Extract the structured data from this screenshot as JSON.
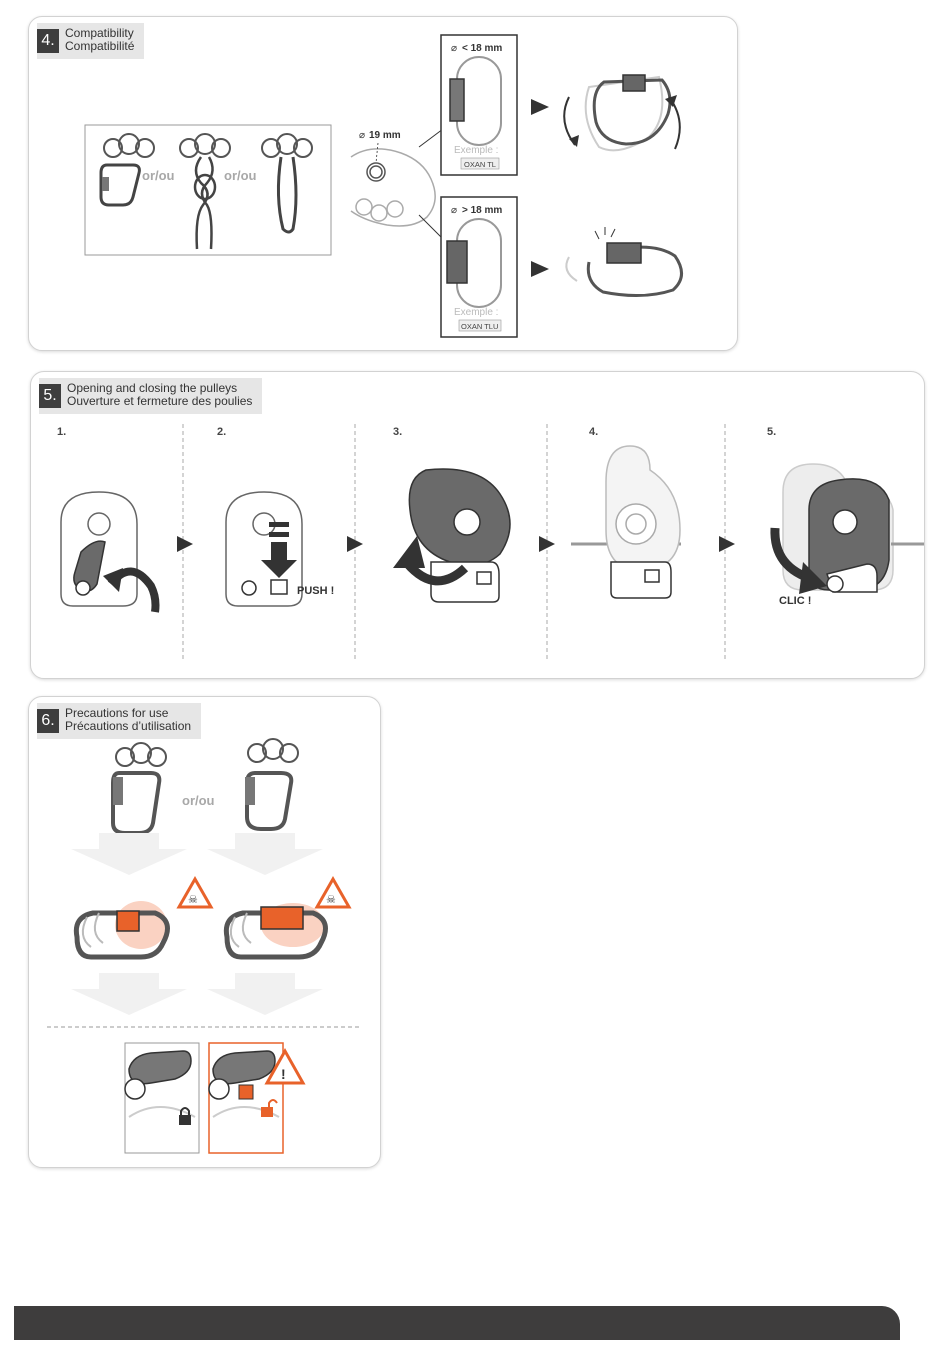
{
  "section4": {
    "number": "4.",
    "title_en": "Compatibility",
    "title_fr": "Compatibilité",
    "or_label_1": "or/ou",
    "or_label_2": "or/ou",
    "hole_diameter": "19 mm",
    "top_box": {
      "diameter": "< 18 mm",
      "example": "Exemple :",
      "model": "OXAN TL"
    },
    "bottom_box": {
      "diameter": "> 18 mm",
      "example": "Exemple :",
      "model": "OXAN TLU"
    }
  },
  "section5": {
    "number": "5.",
    "title_en": "Opening and closing the pulleys",
    "title_fr": "Ouverture et fermeture des poulies",
    "steps": [
      "1.",
      "2.",
      "3.",
      "4.",
      "5."
    ],
    "push_label": "PUSH !",
    "clic_label": "CLIC !"
  },
  "section6": {
    "number": "6.",
    "title_en": "Precautions for use",
    "title_fr": "Précautions d’utilisation",
    "or_label": "or/ou"
  },
  "colors": {
    "accent_orange": "#e8622a",
    "dark_grey": "#3e3e3e",
    "device_grey": "#6a6a6a",
    "line_grey": "#9a9a9a"
  },
  "icons": [
    "lock-closed-icon",
    "lock-open-icon",
    "warning-icon",
    "danger-skull-icon",
    "arrow-right-icon"
  ]
}
